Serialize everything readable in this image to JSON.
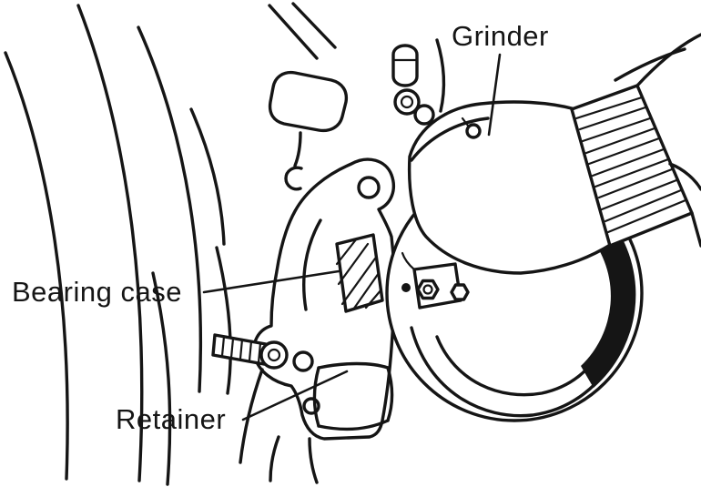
{
  "figure": {
    "background_color": "#ffffff",
    "ink_color": "#151515"
  },
  "labels": {
    "grinder": "Grinder",
    "bearing_case": "Bearing case",
    "retainer": "Retainer"
  }
}
